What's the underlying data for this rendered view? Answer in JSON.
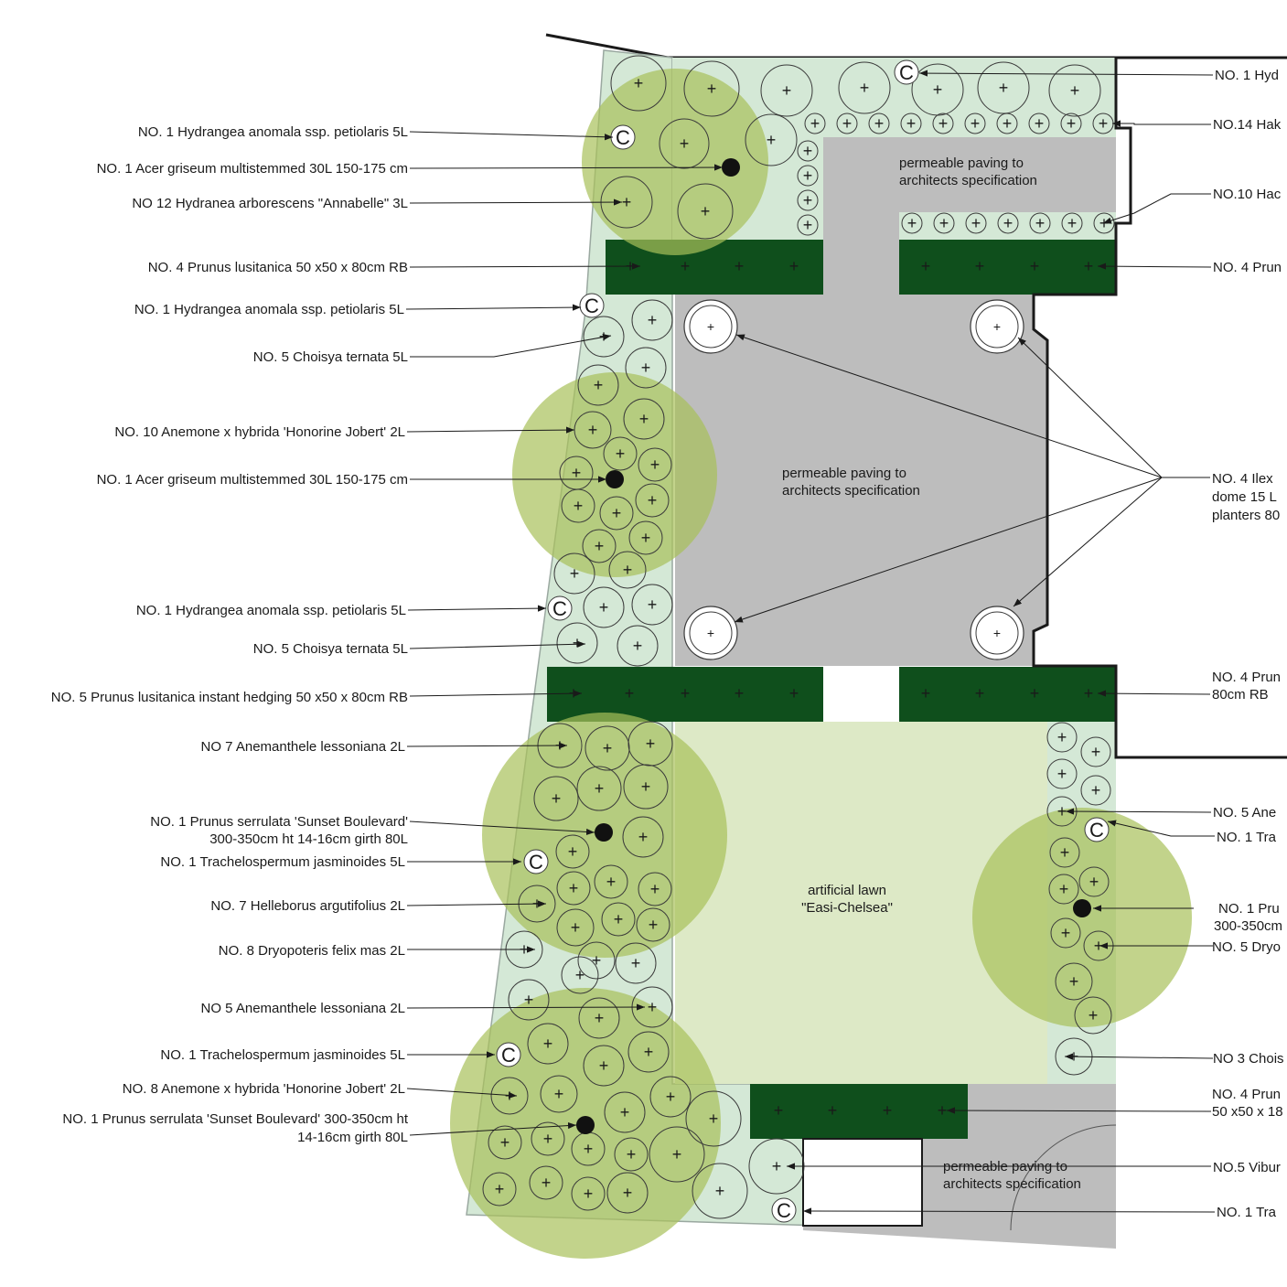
{
  "colors": {
    "bed": "#d4e8d6",
    "lawn": "#dde9c6",
    "paving": "#bdbdbd",
    "hedge": "#0f4f1c",
    "canopy": "#a8c05a",
    "line": "#1a1a1a"
  },
  "zones": {
    "paving_top": [
      "permeable paving to",
      "architects specification"
    ],
    "paving_mid": [
      "permeable paving to",
      "architects specification"
    ],
    "lawn": [
      "artificial lawn",
      "\"Easi-Chelsea\""
    ],
    "paving_bottom": [
      "permeable paving to",
      "architects specification"
    ]
  },
  "labels_left": [
    {
      "lines": [
        "NO. 1 Hydrangea anomala ssp. petiolaris 5L"
      ]
    },
    {
      "lines": [
        "NO. 1  Acer griseum  multistemmed 30L 150-175 cm"
      ]
    },
    {
      "lines": [
        "NO 12 Hydranea arborescens \"Annabelle\"   3L"
      ]
    },
    {
      "lines": [
        "NO. 4 Prunus lusitanica 50 x50 x 80cm RB"
      ]
    },
    {
      "lines": [
        "NO. 1 Hydrangea anomala ssp. petiolaris 5L"
      ]
    },
    {
      "lines": [
        "NO. 5 Choisya ternata 5L"
      ]
    },
    {
      "lines": [
        "NO. 10  Anemone x hybrida 'Honorine Jobert' 2L"
      ]
    },
    {
      "lines": [
        "NO. 1  Acer griseum  multistemmed 30L 150-175 cm"
      ]
    },
    {
      "lines": [
        "NO. 1 Hydrangea anomala ssp. petiolaris 5L"
      ]
    },
    {
      "lines": [
        "NO. 5 Choisya ternata 5L"
      ]
    },
    {
      "lines": [
        "NO.  5 Prunus lusitanica instant hedging  50 x50 x 80cm RB"
      ]
    },
    {
      "lines": [
        "NO 7 Anemanthele lessoniana 2L"
      ]
    },
    {
      "lines": [
        "NO. 1 Prunus serrulata 'Sunset Boulevard'",
        "300-350cm ht 14-16cm girth 80L"
      ]
    },
    {
      "lines": [
        "NO. 1  Trachelospermum jasminoides  5L"
      ]
    },
    {
      "lines": [
        "NO. 7 Helleborus argutifolius 2L"
      ]
    },
    {
      "lines": [
        "NO. 8  Dryopoteris felix mas  2L"
      ]
    },
    {
      "lines": [
        "NO 5 Anemanthele lessoniana 2L"
      ]
    },
    {
      "lines": [
        "NO. 1  Trachelospermum jasminoides  5L"
      ]
    },
    {
      "lines": [
        "NO. 8  Anemone x hybrida 'Honorine Jobert' 2L"
      ]
    },
    {
      "lines": [
        "NO. 1 Prunus serrulata 'Sunset Boulevard' 300-350cm ht",
        "14-16cm girth 80L"
      ]
    }
  ],
  "labels_right": [
    {
      "lines": [
        "NO. 1 Hyd"
      ]
    },
    {
      "lines": [
        "NO.14 Hak"
      ]
    },
    {
      "lines": [
        "NO.10 Hac"
      ]
    },
    {
      "lines": [
        "NO. 4 Prun"
      ]
    },
    {
      "lines": [
        "NO. 4  Ilex",
        "dome 15 L",
        "planters 80"
      ]
    },
    {
      "lines": [
        "NO. 4 Prun",
        "80cm RB"
      ]
    },
    {
      "lines": [
        "NO. 5  Ane"
      ]
    },
    {
      "lines": [
        "NO. 1  Tra"
      ]
    },
    {
      "lines": [
        "NO. 1 Pru",
        "300-350cm"
      ]
    },
    {
      "lines": [
        "NO. 5 Dryo"
      ]
    },
    {
      "lines": [
        "NO 3 Chois"
      ]
    },
    {
      "lines": [
        "NO. 4 Prun",
        "50 x50 x 18"
      ]
    },
    {
      "lines": [
        "NO.5 Vibur"
      ]
    },
    {
      "lines": [
        "NO. 1  Tra"
      ]
    }
  ],
  "symbols": {
    "climber": "C",
    "plant_marker": "+",
    "tree_marker": "filled-dot",
    "planter_marker": "+"
  }
}
